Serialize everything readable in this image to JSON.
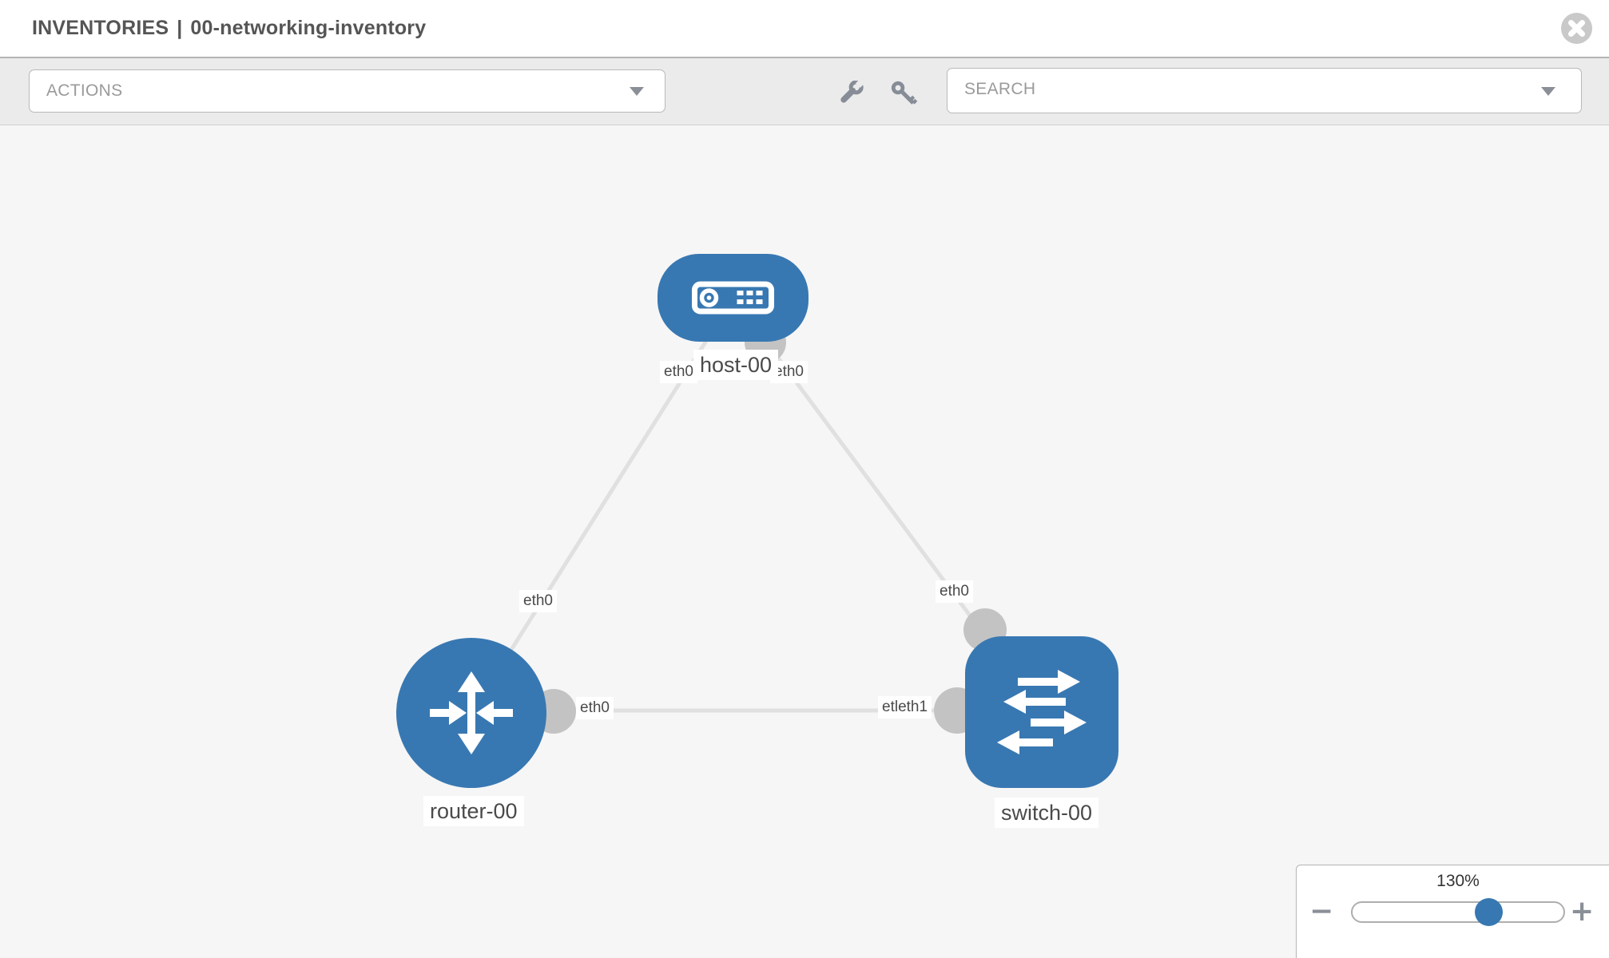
{
  "header": {
    "section": "INVENTORIES",
    "divider": "|",
    "inventory_name": "00-networking-inventory"
  },
  "toolbar": {
    "actions_label": "ACTIONS",
    "search_label": "SEARCH",
    "icons": [
      "wrench-icon",
      "key-icon"
    ]
  },
  "topology": {
    "nodes": [
      {
        "label": "host-00",
        "type": "host"
      },
      {
        "label": "router-00",
        "type": "router"
      },
      {
        "label": "switch-00",
        "type": "switch"
      }
    ],
    "interface_labels": [
      "eth0",
      "eth0",
      "eth0",
      "eth0",
      "eth0",
      "etleth1"
    ],
    "links": [
      {
        "source": "host-00",
        "target": "router-00",
        "source_interface": "eth0",
        "target_interface": "eth0"
      },
      {
        "source": "host-00",
        "target": "switch-00",
        "source_interface": "eth0",
        "target_interface": "eth0"
      },
      {
        "source": "router-00",
        "target": "switch-00",
        "source_interface": "eth0",
        "target_interface": "etleth1"
      }
    ]
  },
  "zoom_control": {
    "value": "130%",
    "zoom_out_glyph": "−",
    "zoom_in_glyph": "+"
  },
  "colors": {
    "node_blue": "#3878b2",
    "link_gray": "#e0e0e0",
    "connector_gray": "#c3c3c3",
    "toolbar_bg": "#ebebeb",
    "canvas_bg": "#f6f6f6",
    "accent_text": "#4a4a4a"
  }
}
